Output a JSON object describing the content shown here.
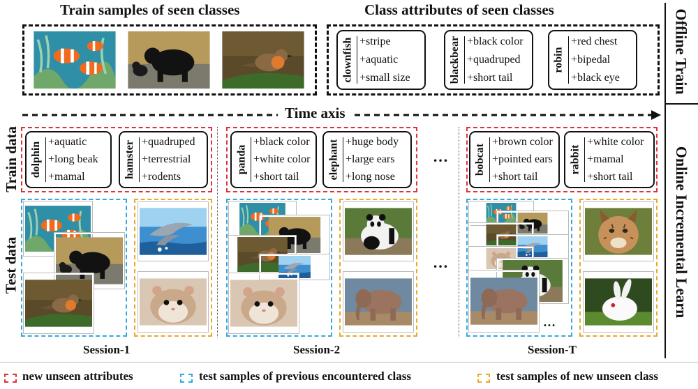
{
  "offline": {
    "train_heading": "Train samples of seen classes",
    "attr_heading": "Class attributes of seen classes",
    "cards": [
      {
        "name": "clownfish",
        "attrs": [
          "+stripe",
          "+aquatic",
          "+small size"
        ]
      },
      {
        "name": "blackbear",
        "attrs": [
          "+black color",
          "+quadruped",
          "+short tail"
        ]
      },
      {
        "name": "robin",
        "attrs": [
          "+red chest",
          "+bipedal",
          "+black eye"
        ]
      }
    ]
  },
  "time_axis": "Time axis",
  "row_labels": {
    "train": "Train data",
    "test": "Test data"
  },
  "side_labels": {
    "offline": "Offline Train",
    "online": "Online Incremental Learn"
  },
  "ellipsis": "…",
  "sessions": [
    {
      "label": "Session-1",
      "cards": [
        {
          "name": "dolphin",
          "attrs": [
            "+aquatic",
            "+long beak",
            "+mamal"
          ]
        },
        {
          "name": "hamster",
          "attrs": [
            "+quadruped",
            "+terrestrial",
            "+rodents"
          ]
        }
      ]
    },
    {
      "label": "Session-2",
      "cards": [
        {
          "name": "panda",
          "attrs": [
            "+black color",
            "+white color",
            "+short tail"
          ]
        },
        {
          "name": "elephant",
          "attrs": [
            "+huge body",
            "+large ears",
            "+long nose"
          ]
        }
      ]
    },
    {
      "label": "Session-T",
      "cards": [
        {
          "name": "bobcat",
          "attrs": [
            "+brown color",
            "+pointed ears",
            "+short tail"
          ]
        },
        {
          "name": "rabbit",
          "attrs": [
            "+white color",
            "+mamal",
            "+short tail"
          ]
        }
      ]
    }
  ],
  "legend": {
    "red": "new unseen attributes",
    "blue": "test samples of previous encountered class",
    "yellow": "test samples of new unseen class"
  },
  "colors": {
    "red": "#e0313c",
    "blue": "#35a9dd",
    "yellow": "#e9a92a"
  },
  "icons": [
    "clownfish-photo",
    "blackbear-photo",
    "robin-photo",
    "dolphin-photo",
    "hamster-photo",
    "panda-photo",
    "elephant-photo",
    "bobcat-photo",
    "rabbit-photo"
  ]
}
